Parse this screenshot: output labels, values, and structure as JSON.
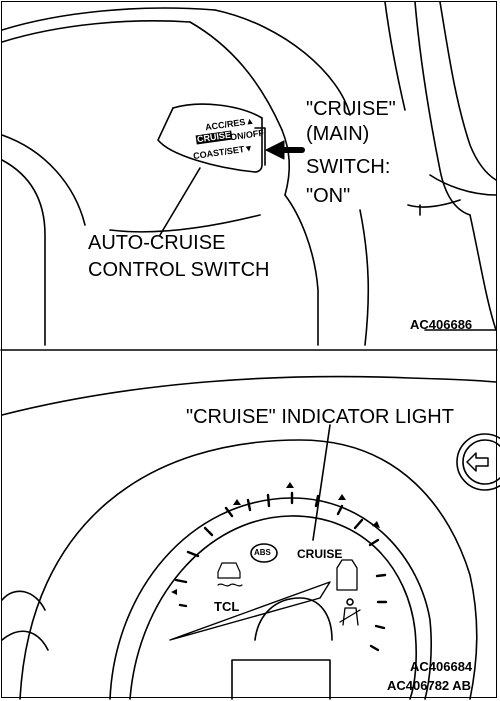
{
  "top_panel": {
    "switch_labels": {
      "acc_res": "ACC/RES▲",
      "cruise": "CRUISE",
      "on_off": "ON/OFF",
      "coast_set": "COAST/SET▼"
    },
    "main_switch_callout": [
      "\"CRUISE\"",
      "(MAIN)",
      "SWITCH:",
      "\"ON\""
    ],
    "control_switch_callout": [
      "AUTO-CRUISE",
      "CONTROL SWITCH"
    ],
    "figure_code": "AC406686"
  },
  "bottom_panel": {
    "indicator_callout": "\"CRUISE\" INDICATOR LIGHT",
    "cluster_labels": {
      "abs": "ABS",
      "cruise": "CRUISE",
      "tcl": "TCL"
    },
    "figure_code": "AC406684",
    "figure_code_2": "AC406782 AB"
  }
}
